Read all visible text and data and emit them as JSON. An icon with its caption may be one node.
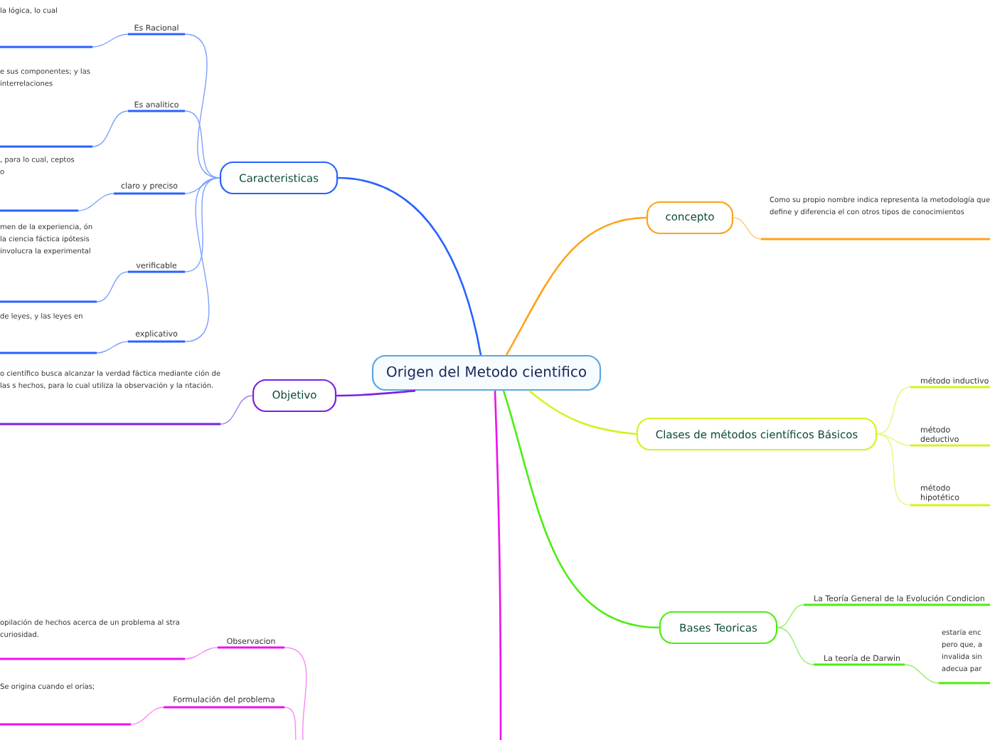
{
  "diagram": {
    "nodes": [
      {
        "text": [
          "Origen del Metodo cientifico"
        ]
      },
      {
        "text": [
          "Caracteristicas"
        ]
      },
      {
        "text": [
          "Es Racional"
        ]
      },
      {
        "text": [
          "la lógica, lo cual"
        ]
      },
      {
        "text": [
          "Es analitico"
        ]
      },
      {
        "text": [
          "e sus componentes; y las interrelaciones"
        ]
      },
      {
        "text": [
          "claro y preciso"
        ]
      },
      {
        "text": [
          ", para lo cual, ceptos o"
        ]
      },
      {
        "text": [
          "verificable"
        ]
      },
      {
        "text": [
          "men de la experiencia, ón la ciencia fáctica ipótesis involucra la experimental"
        ]
      },
      {
        "text": [
          "explicativo"
        ]
      },
      {
        "text": [
          "de leyes, y las leyes en"
        ]
      },
      {
        "text": [
          "Objetivo"
        ]
      },
      {
        "text": [
          "o científico busca alcanzar la verdad fáctica mediante ción de las s hechos, para lo cual utiliza la observación y la ntación."
        ]
      },
      {
        "text": [
          "concepto"
        ]
      },
      {
        "text": [
          "Como su propio nombre indica representa la metodología que define y diferencia el con otros tipos de conocimientos"
        ]
      },
      {
        "text": [
          "Clases de métodos científicos Básicos"
        ]
      },
      {
        "text": [
          "método inductivo"
        ]
      },
      {
        "text": [
          "método deductivo"
        ]
      },
      {
        "text": [
          "método hipotético"
        ]
      },
      {
        "text": [
          "Bases Teoricas"
        ]
      },
      {
        "text": [
          "La Teoría General de la Evolución Condicion"
        ]
      },
      {
        "text": [
          "La teoría de Darwin"
        ]
      },
      {
        "text": [
          "estaría enc pero que, a invalida sin adecua par"
        ]
      },
      {
        "text": [
          "Observacion"
        ]
      },
      {
        "text": [
          "opilación de hechos acerca de un problema al stra curiosidad."
        ]
      },
      {
        "text": [
          "Formulación del problema"
        ]
      },
      {
        "text": [
          "Se origina cuando el orías;"
        ]
      }
    ],
    "edges": [
      {
        "from": 0,
        "to": 1,
        "arrow": "none",
        "color": "#2962ff"
      },
      {
        "from": 1,
        "to": 2,
        "arrow": "none",
        "color": "#7ea0ff"
      },
      {
        "from": 2,
        "to": 3,
        "arrow": "none",
        "color": "#7ea0ff"
      },
      {
        "from": 1,
        "to": 4,
        "arrow": "none",
        "color": "#7ea0ff"
      },
      {
        "from": 4,
        "to": 5,
        "arrow": "none",
        "color": "#7ea0ff"
      },
      {
        "from": 1,
        "to": 6,
        "arrow": "none",
        "color": "#7ea0ff"
      },
      {
        "from": 6,
        "to": 7,
        "arrow": "none",
        "color": "#7ea0ff"
      },
      {
        "from": 1,
        "to": 8,
        "arrow": "none",
        "color": "#7ea0ff"
      },
      {
        "from": 8,
        "to": 9,
        "arrow": "none",
        "color": "#7ea0ff"
      },
      {
        "from": 1,
        "to": 10,
        "arrow": "none",
        "color": "#7ea0ff"
      },
      {
        "from": 10,
        "to": 11,
        "arrow": "none",
        "color": "#7ea0ff"
      },
      {
        "from": 0,
        "to": 12,
        "arrow": "none",
        "color": "#7a22e0"
      },
      {
        "from": 12,
        "to": 13,
        "arrow": "none",
        "color": "#a77cf0"
      },
      {
        "from": 0,
        "to": 14,
        "arrow": "none",
        "color": "#ffa21a"
      },
      {
        "from": 14,
        "to": 15,
        "arrow": "none",
        "color": "#ffc870"
      },
      {
        "from": 0,
        "to": 16,
        "arrow": "none",
        "color": "#d8f020"
      },
      {
        "from": 16,
        "to": 17,
        "arrow": "none",
        "color": "#e4f870"
      },
      {
        "from": 16,
        "to": 18,
        "arrow": "none",
        "color": "#e4f870"
      },
      {
        "from": 16,
        "to": 19,
        "arrow": "none",
        "color": "#e4f870"
      },
      {
        "from": 0,
        "to": 20,
        "arrow": "none",
        "color": "#4cee10"
      },
      {
        "from": 20,
        "to": 21,
        "arrow": "none",
        "color": "#90f070"
      },
      {
        "from": 20,
        "to": 22,
        "arrow": "none",
        "color": "#90f070"
      },
      {
        "from": 22,
        "to": 23,
        "arrow": "none",
        "color": "#90f070"
      },
      {
        "from": 0,
        "to": null,
        "arrow": "none",
        "color": "#ee11ee"
      },
      {
        "from": 24,
        "to": 25,
        "arrow": "none",
        "color": "#f58af5"
      },
      {
        "from": 24,
        "to": null,
        "arrow": "none",
        "color": "#f58af5"
      },
      {
        "from": 26,
        "to": 27,
        "arrow": "none",
        "color": "#f58af5"
      },
      {
        "from": 26,
        "to": null,
        "arrow": "none",
        "color": "#f58af5"
      }
    ]
  }
}
